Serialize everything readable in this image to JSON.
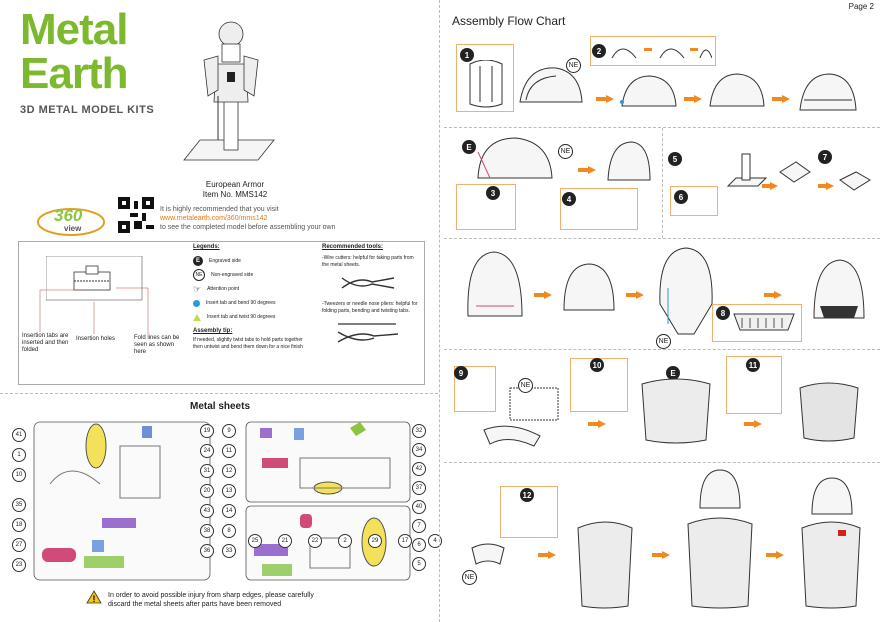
{
  "brand": {
    "line1": "Metal",
    "line2": "Earth",
    "tagline": "3D METAL MODEL KITS"
  },
  "model": {
    "name": "European Armor",
    "item": "Item  No.  MMS142"
  },
  "view360": {
    "big": "360",
    "small": "view"
  },
  "visit": {
    "l1": "It is highly recommended that you visit",
    "url": "www.metalearth.com/360/mms142",
    "l3": "to see the completed model before assembling your own"
  },
  "diagram": {
    "tabs": "Insertion tabs are inserted and then folded",
    "holes": "Insertion holes",
    "fold": "Fold lines can be seen as shown here"
  },
  "legends": {
    "heading": "Legends:",
    "engraved": "Engraved side",
    "non_engraved": "Non-engraved side",
    "attention": "Attention point",
    "bend90": "Insert tab and bend 90 degrees",
    "twist90": "Insert tab and twist 90 degrees",
    "e": "E",
    "ne": "NE"
  },
  "tip": {
    "heading": "Assembly tip:",
    "text": "If needed, slightly twist tabs to hold parts together then untwist and bend them down for a nice finish"
  },
  "tools": {
    "heading": "Recommended tools:",
    "cutters": "-Wire cutters: helpful for taking parts from the metal sheets.",
    "pliers": "-Tweezers or needle nose pliers: helpful for folding parts, bending and twisting tabs."
  },
  "sheets": {
    "title": "Metal sheets",
    "left_nums": [
      "41",
      "1",
      "10",
      "35",
      "18",
      "27",
      "23"
    ],
    "right_nums": [
      "32",
      "34",
      "42",
      "37",
      "40",
      "7",
      "6",
      "5"
    ],
    "mid_nums_a": [
      "19",
      "24",
      "31",
      "20",
      "43",
      "38",
      "36"
    ],
    "mid_nums_b": [
      "9",
      "11",
      "12",
      "13",
      "14",
      "8",
      "33"
    ],
    "mid_nums_c": [
      "25",
      "21",
      "22",
      "2",
      "29",
      "17",
      "4"
    ]
  },
  "warning": {
    "l1": "In order to avoid possible injury from sharp edges, please carefully",
    "l2": "discard the metal sheets after parts have been removed"
  },
  "flow": {
    "title": "Assembly Flow Chart",
    "page": "Page 2",
    "steps": [
      "1",
      "2",
      "3",
      "4",
      "5",
      "6",
      "7",
      "8",
      "9",
      "10",
      "11",
      "12"
    ],
    "e": "E",
    "ne": "NE"
  },
  "colors": {
    "green": "#7cb92e",
    "orange": "#f08a20",
    "accent_blue": "#2a9ad6",
    "yellow_green": "#c8d84a"
  }
}
